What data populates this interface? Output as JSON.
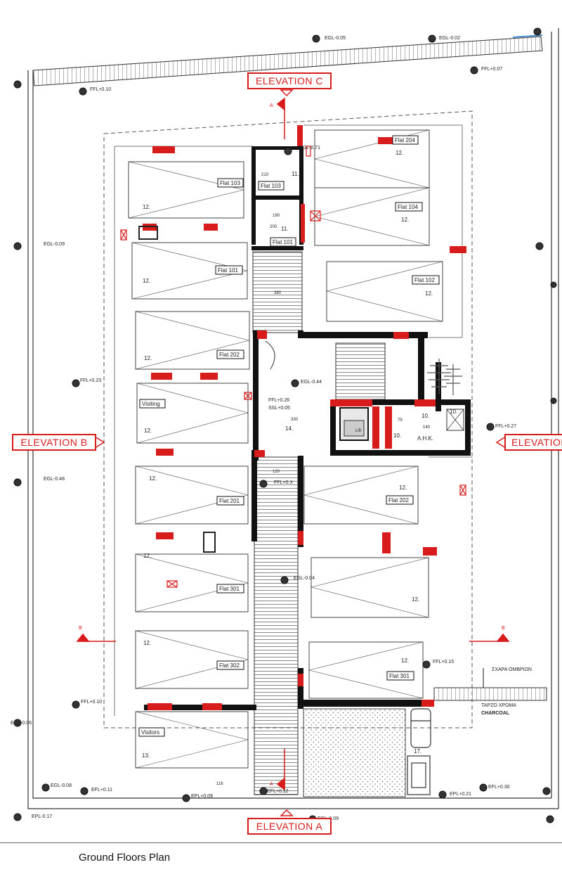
{
  "title": "Ground Floors Plan",
  "colors": {
    "accent": "#d81b1b",
    "line": "#333333",
    "wall": "#111111"
  },
  "elevations": {
    "c": "ELEVATION C",
    "a": "ELEVATION A",
    "b": "ELEVATION B",
    "d": "ELEVATION"
  },
  "levels": {
    "egl_005": "EGL-0.05",
    "egl_002": "EGL-0.02",
    "ffl_007": "FFL+0.07",
    "ffl_010_top": "FFL+0.10",
    "egl_071": "EGL-0.71",
    "egl_009": "EGL-0.09",
    "ffl_023": "FFL+0.23",
    "egl_044": "EGL-0.44",
    "ffl_026": "FFL+0.26",
    "ssl_005": "SSL+0.05",
    "ffl_027": "FFL+0.27",
    "egl_048": "EGL-0.48",
    "ffl_0x": "FFL+0.X",
    "egl_004": "EGL-0.04",
    "ffl_015": "FFL+0.15",
    "ffl_010_bot": "FFL+0.10",
    "egl_006": "EGL-0.06",
    "egl_008": "EGL-0.08",
    "efl_011": "EFL+0.11",
    "epl_009": "EPL+0.09",
    "efl_012": "EFL+0.12",
    "epl_021": "EPL+0.21",
    "efl_030": "EFL+0.30",
    "epl_017": "EPL-0.17",
    "egl_009b": "EGL-0.09"
  },
  "rooms": {
    "flat103_left": "Flat 103",
    "flat103_mid": "Flat 103",
    "flat101_mid": "Flat 101",
    "flat204": "Flat 204",
    "flat104": "Flat 104",
    "flat101_left": "Flat 101",
    "flat102": "Flat 102",
    "flat202_left": "Flat 202",
    "visiting_top": "Visiting",
    "flat201_left": "Flat 201",
    "flat202_right": "Flat 202",
    "flat301_left": "Flat 301",
    "flat302": "Flat 302",
    "flat301_right": "Flat 301",
    "visitors_bot": "Visitors",
    "ahk": "A.H.K.",
    "lift": "Lift"
  },
  "room_numbers": {
    "n12": "12.",
    "n11": "11.",
    "n10": "10.",
    "n14": "14.",
    "n13": "13.",
    "n17": "17."
  },
  "dims": {
    "d210": "210",
    "d190": "190",
    "d200": "200",
    "d380": "380",
    "d330": "330",
    "d75": "75",
    "d140": "140",
    "d116": "116",
    "d120": "120"
  },
  "notes": {
    "grating": "ΣΧΑΡΑ ΟΜΒΡΙΩΝ",
    "color_label": "ΤΑΡΖΟ ΧΡΩΜΑ",
    "charcoal": "CHARCOAL"
  },
  "markers": {
    "a": "A",
    "b": "B"
  }
}
